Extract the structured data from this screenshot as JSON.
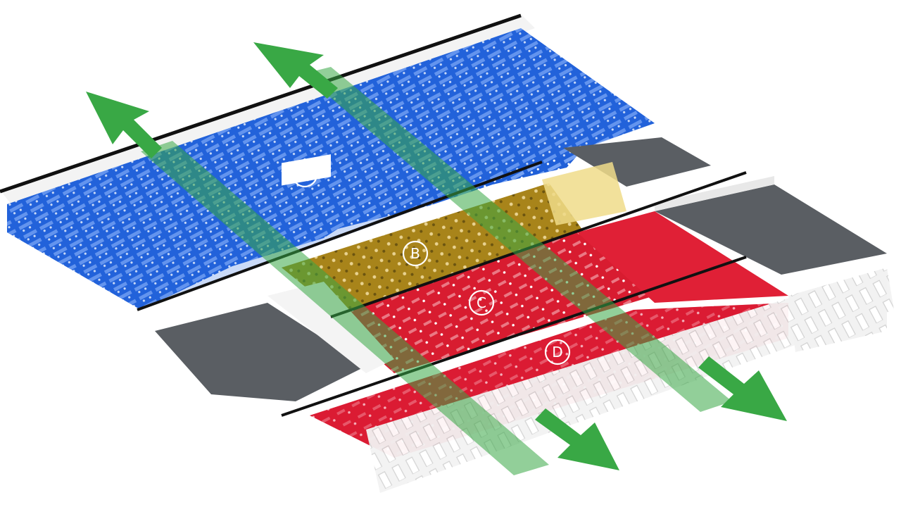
{
  "zones": [
    {
      "id": "A",
      "label": "A",
      "color": "#1f5fd8"
    },
    {
      "id": "B",
      "label": "B",
      "color": "#b8901c"
    },
    {
      "id": "C",
      "label": "C",
      "color": "#d81c30"
    },
    {
      "id": "D",
      "label": "D",
      "color": "#e21a3a"
    }
  ],
  "colors": {
    "arrow": "#39a845",
    "wall_line": "#111111",
    "grey_room": "#5a5e63",
    "white_wall": "#f4f4f4"
  }
}
